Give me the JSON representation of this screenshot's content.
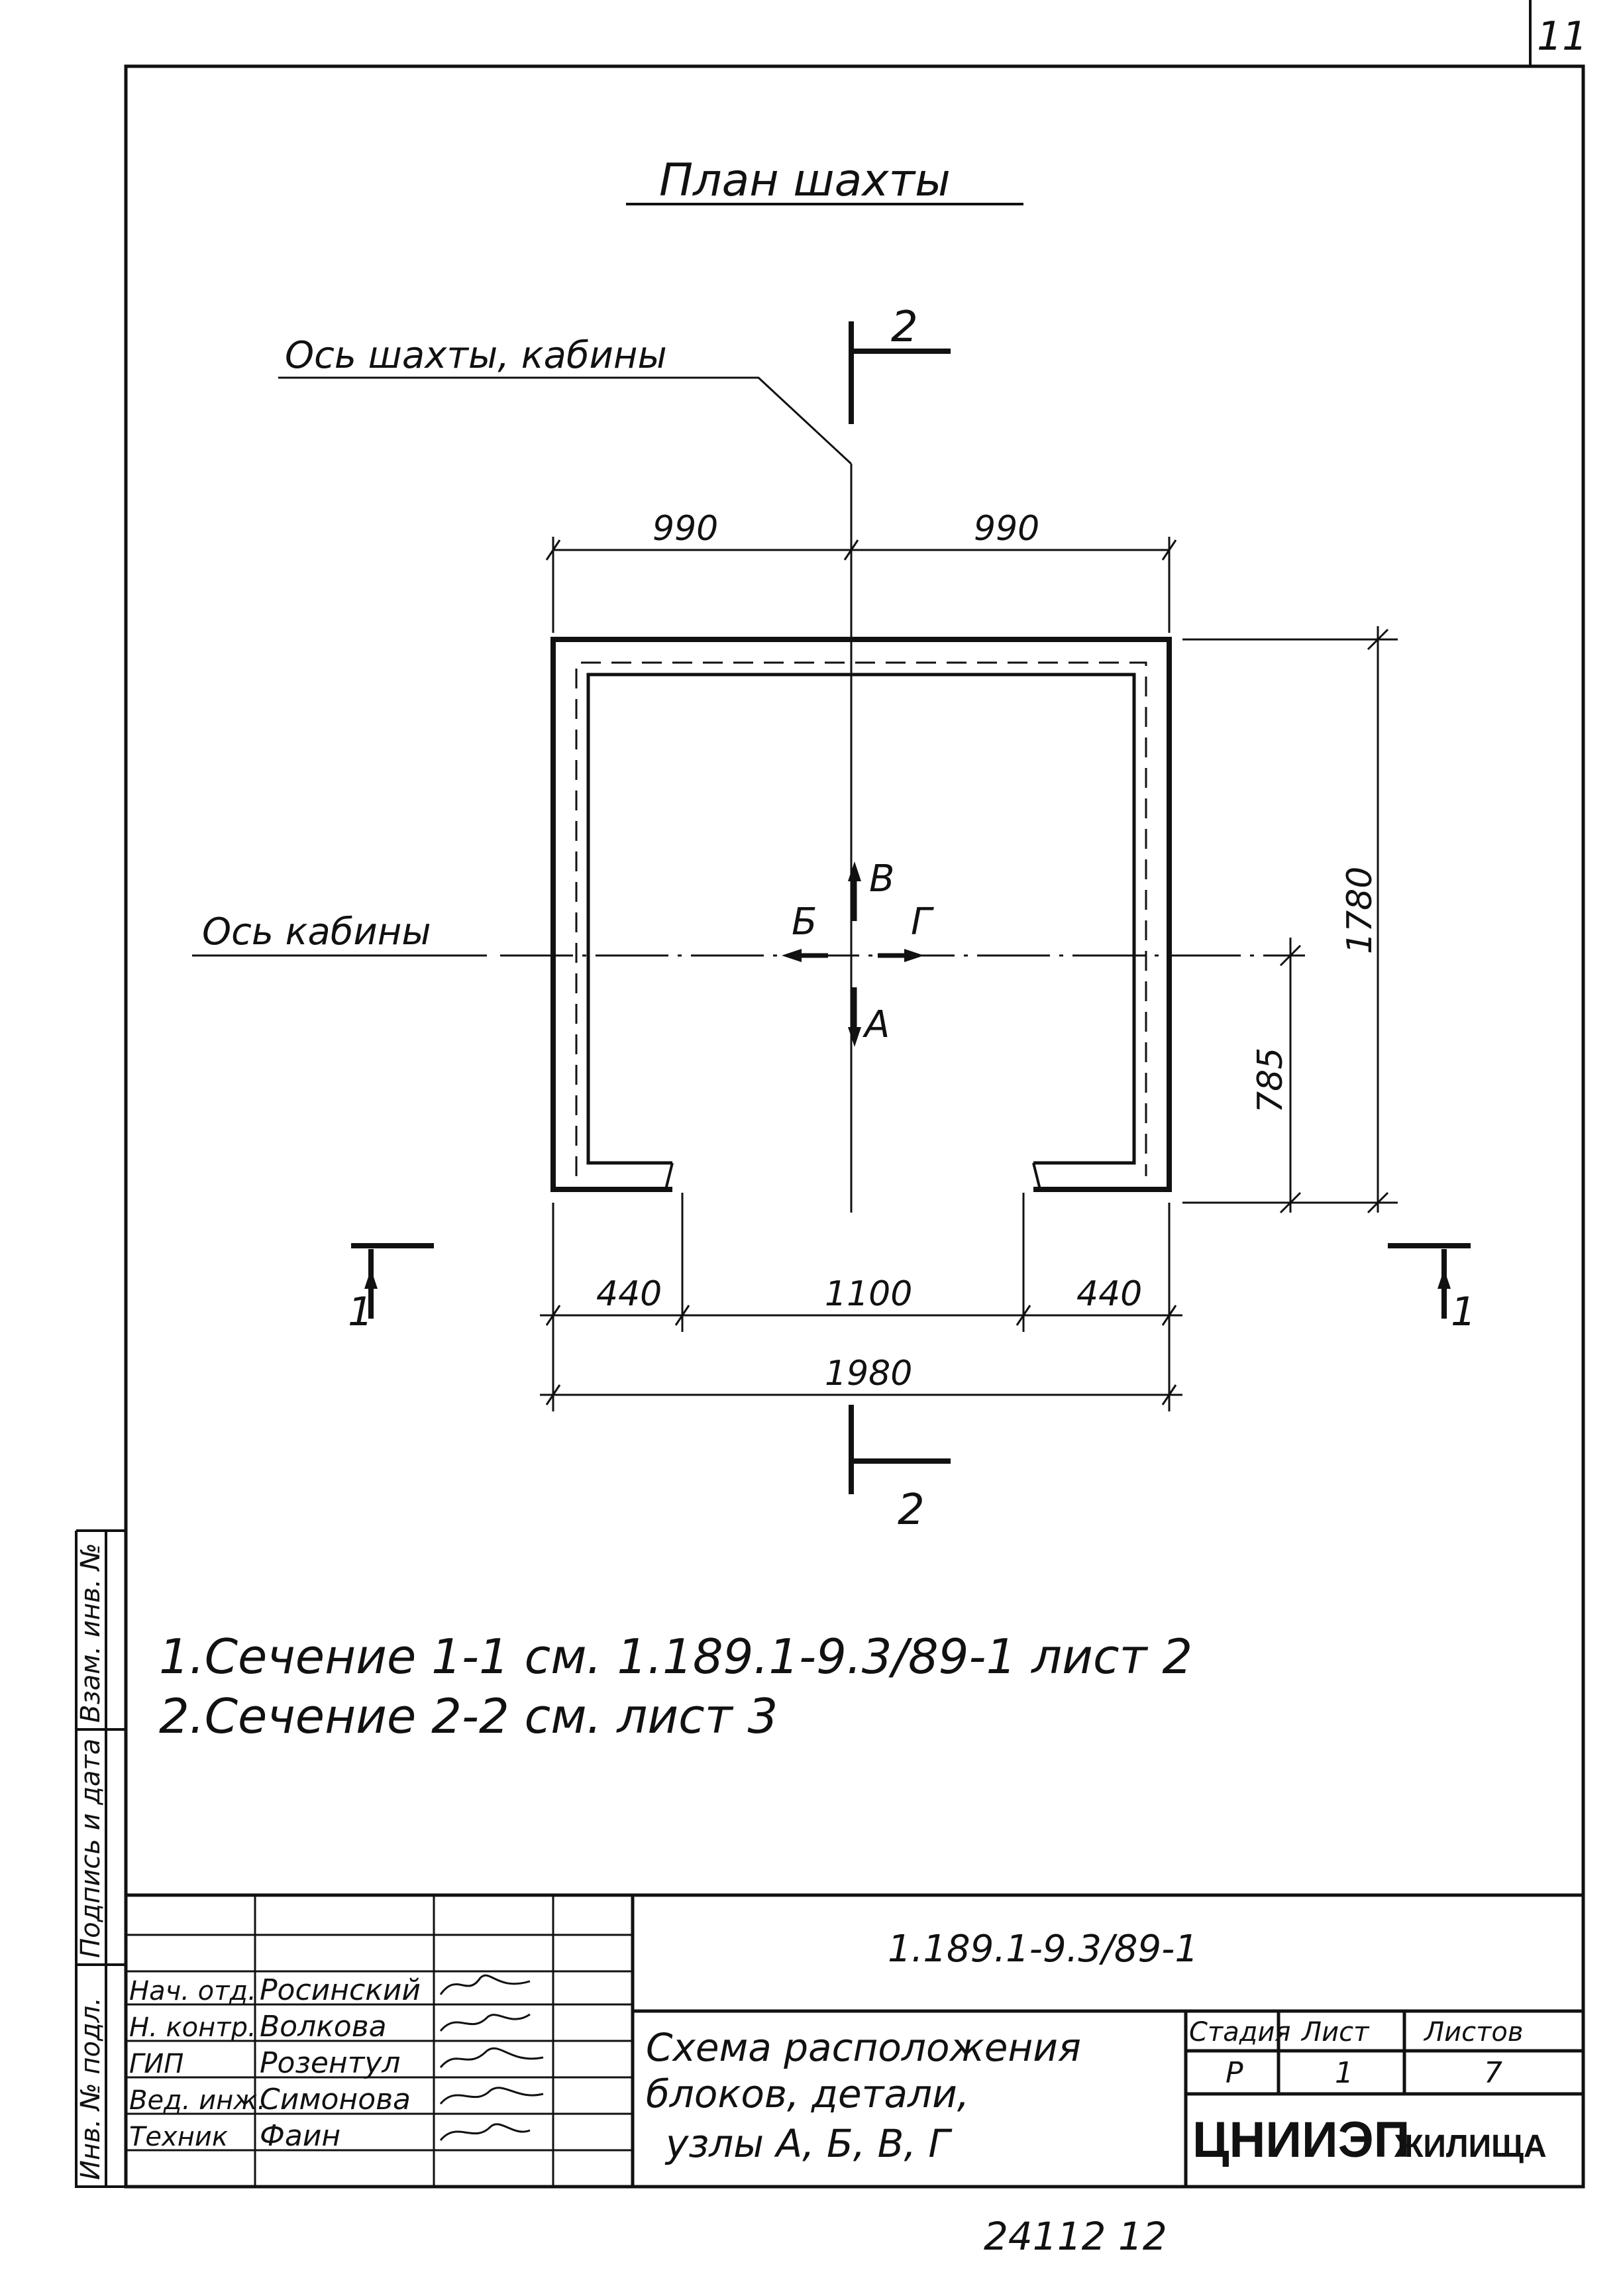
{
  "sheet": {
    "corner_number": "11",
    "title": "План шахты",
    "bottom_code": "24112 12"
  },
  "plan": {
    "label_shaft_cabin_axis": "Ось шахты, кабины",
    "label_cabin_axis": "Ось кабины",
    "section_2": "2",
    "section_1": "1",
    "dims": {
      "top_left": "990",
      "top_right": "990",
      "height_total": "1780",
      "height_part": "785",
      "bottom_left": "440",
      "bottom_mid": "1100",
      "bottom_right": "440",
      "bottom_total": "1980"
    },
    "nodes": {
      "v": "В",
      "b": "Б",
      "g": "Г",
      "a": "А"
    }
  },
  "notes": [
    "1.Сечение 1-1 см. 1.189.1-9.3/89-1 лист 2",
    "2.Сечение 2-2 см. лист 3"
  ],
  "side_stamps": {
    "vzam": "Взам. инв. №",
    "podpis": "Подпись и дата",
    "inv": "Инв. № подл."
  },
  "title_block": {
    "code": "1.189.1-9.3/89-1",
    "roles": [
      "Нач. отд.",
      "Н. контр.",
      "ГИП",
      "Вед. инж.",
      "Техник"
    ],
    "names": [
      "Росинский",
      "Волкова",
      "Розентул",
      "Симонова",
      "Фаин"
    ],
    "description_lines": [
      "Схема расположения",
      "блоков, детали,",
      "узлы А, Б, В, Г"
    ],
    "stage_header": "Стадия",
    "sheet_header": "Лист",
    "sheets_header": "Листов",
    "stage": "Р",
    "sheet": "1",
    "sheets": "7",
    "org_main": "ЦНИИЭП",
    "org_sub": "ЖИЛИЩА"
  }
}
